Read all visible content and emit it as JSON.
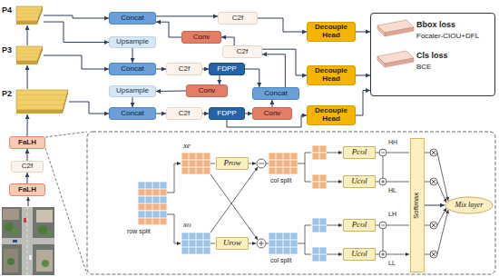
{
  "diagram": {
    "nodes": [
      {
        "text": [
          "P4"
        ]
      },
      {
        "text": [
          "P3"
        ]
      },
      {
        "text": [
          "P2"
        ]
      },
      {
        "text": [
          "Concat"
        ]
      },
      {
        "text": [
          "C2f"
        ]
      },
      {
        "text": [
          "Upsample"
        ]
      },
      {
        "text": [
          "Conv"
        ]
      },
      {
        "text": [
          "C2f"
        ]
      },
      {
        "text": [
          "Concat"
        ]
      },
      {
        "text": [
          "C2f"
        ]
      },
      {
        "text": [
          "FDPP"
        ]
      },
      {
        "text": [
          "Upsample"
        ]
      },
      {
        "text": [
          "Conv"
        ]
      },
      {
        "text": [
          "Concat"
        ]
      },
      {
        "text": [
          "Concat"
        ]
      },
      {
        "text": [
          "C2f"
        ]
      },
      {
        "text": [
          "FDPP"
        ]
      },
      {
        "text": [
          "Conv"
        ]
      },
      {
        "text": [
          "Decouple Head"
        ]
      },
      {
        "text": [
          "Decouple Head"
        ]
      },
      {
        "text": [
          "Decouple Head"
        ]
      },
      {
        "text": [
          "Bbox loss",
          "Focaler-CIOU+DFL",
          "Cls loss",
          "BCE"
        ]
      },
      {
        "text": [
          "FaLH"
        ]
      },
      {
        "text": [
          "C2f"
        ]
      },
      {
        "text": [
          "FaLH"
        ]
      },
      {
        "text": [
          "Prow"
        ]
      },
      {
        "text": [
          "Urow"
        ]
      },
      {
        "text": [
          "Pcol"
        ]
      },
      {
        "text": [
          "Ucol"
        ]
      },
      {
        "text": [
          "Pcol"
        ]
      },
      {
        "text": [
          "Ucol"
        ]
      },
      {
        "text": [
          "Softmax"
        ]
      },
      {
        "text": [
          "Mix layer"
        ]
      }
    ],
    "edges": [
      {
        "from": 0,
        "to": 3,
        "arrow": "to"
      },
      {
        "from": 0,
        "to": 5,
        "arrow": "to"
      },
      {
        "from": 5,
        "to": 8,
        "arrow": "to"
      },
      {
        "from": 1,
        "to": 8,
        "arrow": "to"
      },
      {
        "from": 8,
        "to": 9,
        "arrow": "to"
      },
      {
        "from": 9,
        "to": 10,
        "arrow": "to"
      },
      {
        "from": 10,
        "to": 12,
        "arrow": "to"
      },
      {
        "from": 12,
        "to": 11,
        "arrow": "to"
      },
      {
        "from": 11,
        "to": 14,
        "arrow": "to"
      },
      {
        "from": 2,
        "to": 14,
        "arrow": "to"
      },
      {
        "from": 14,
        "to": 15,
        "arrow": "to"
      },
      {
        "from": 15,
        "to": 16,
        "arrow": "to"
      },
      {
        "from": 16,
        "to": 17,
        "arrow": "to"
      },
      {
        "from": 17,
        "to": 13,
        "arrow": "to"
      },
      {
        "from": 10,
        "to": 13,
        "arrow": "to"
      },
      {
        "from": 13,
        "to": 7,
        "arrow": "to"
      },
      {
        "from": 7,
        "to": 6,
        "arrow": "to"
      },
      {
        "from": 6,
        "to": 3,
        "arrow": "to"
      },
      {
        "from": 3,
        "to": 4,
        "arrow": "to"
      },
      {
        "from": 4,
        "to": 18,
        "arrow": "to"
      },
      {
        "from": 7,
        "to": 19,
        "arrow": "to"
      },
      {
        "from": 16,
        "to": 20,
        "arrow": "to"
      },
      {
        "from": 18,
        "to": 21,
        "arrow": "to"
      },
      {
        "from": 19,
        "to": 21,
        "arrow": "to"
      },
      {
        "from": 20,
        "to": 21,
        "arrow": "to"
      },
      {
        "from": 24,
        "to": 23,
        "arrow": "to"
      },
      {
        "from": 23,
        "to": 22,
        "arrow": "to"
      },
      {
        "from": 22,
        "to": 2,
        "arrow": "to"
      },
      {
        "from": 2,
        "to": 1,
        "arrow": "to"
      },
      {
        "from": 1,
        "to": 0,
        "arrow": "to"
      },
      {
        "from": 31,
        "to": 32,
        "arrow": "to"
      }
    ],
    "labels": [
      "xe",
      "xo",
      "row split",
      "col split",
      "col split",
      "HH",
      "HL",
      "LH",
      "LL"
    ]
  }
}
